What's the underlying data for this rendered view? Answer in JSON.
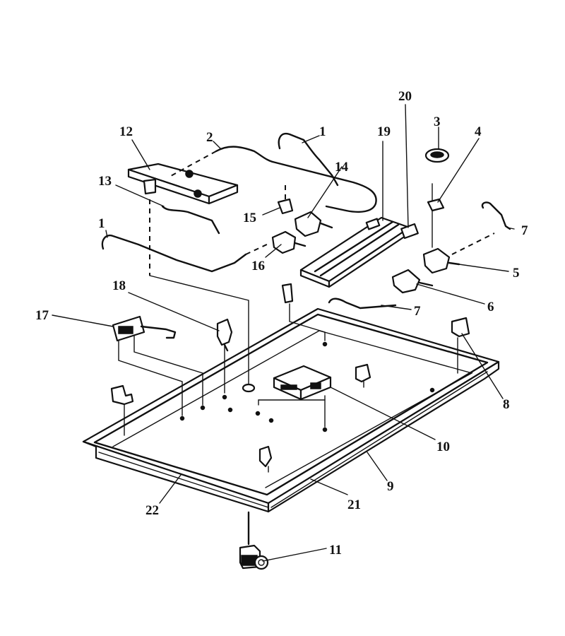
{
  "callouts": [
    {
      "id": "c1a",
      "text": "1"
    },
    {
      "id": "c1b",
      "text": "1"
    },
    {
      "id": "c2",
      "text": "2"
    },
    {
      "id": "c3",
      "text": "3"
    },
    {
      "id": "c4",
      "text": "4"
    },
    {
      "id": "c5",
      "text": "5"
    },
    {
      "id": "c6",
      "text": "6"
    },
    {
      "id": "c7a",
      "text": "7"
    },
    {
      "id": "c7b",
      "text": "7"
    },
    {
      "id": "c8",
      "text": "8"
    },
    {
      "id": "c9",
      "text": "9"
    },
    {
      "id": "c10",
      "text": "10"
    },
    {
      "id": "c11",
      "text": "11"
    },
    {
      "id": "c12",
      "text": "12"
    },
    {
      "id": "c13",
      "text": "13"
    },
    {
      "id": "c14",
      "text": "14"
    },
    {
      "id": "c15",
      "text": "15"
    },
    {
      "id": "c16",
      "text": "16"
    },
    {
      "id": "c17",
      "text": "17"
    },
    {
      "id": "c18",
      "text": "18"
    },
    {
      "id": "c19",
      "text": "19"
    },
    {
      "id": "c20",
      "text": "20"
    },
    {
      "id": "c21",
      "text": "21"
    },
    {
      "id": "c22",
      "text": "22"
    }
  ]
}
